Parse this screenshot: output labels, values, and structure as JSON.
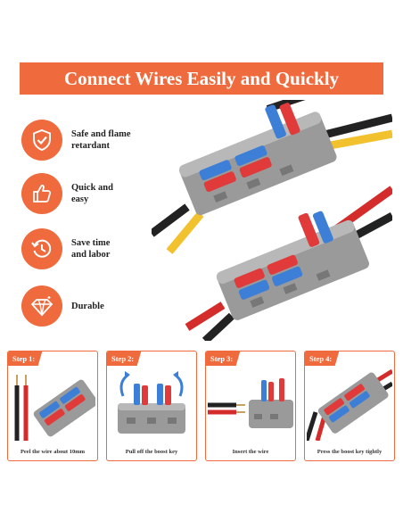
{
  "banner": {
    "title": "Connect Wires Easily and Quickly"
  },
  "features": [
    {
      "icon": "shield-check-icon",
      "line1": "Safe and flame",
      "line2": "retardant"
    },
    {
      "icon": "thumbs-up-icon",
      "line1": "Quick and",
      "line2": "easy"
    },
    {
      "icon": "clock-arrow-icon",
      "line1": "Save time",
      "line2": "and labor"
    },
    {
      "icon": "diamond-icon",
      "line1": "Durable",
      "line2": ""
    }
  ],
  "steps": [
    {
      "tag": "Step 1:",
      "caption": "Peel the wire about 10mm"
    },
    {
      "tag": "Step 2:",
      "caption": "Pull off the boost key"
    },
    {
      "tag": "Step 3:",
      "caption": "Insert the wire"
    },
    {
      "tag": "Step 4:",
      "caption": "Press the boost key tightly"
    }
  ],
  "colors": {
    "accent": "#ef6a3c",
    "connector_gray": "#9a9a9a",
    "lever_blue": "#3d7fd6",
    "lever_red": "#e03a3a",
    "wire_yellow": "#f2c12e",
    "wire_red": "#d42b2b",
    "wire_black": "#222222"
  }
}
